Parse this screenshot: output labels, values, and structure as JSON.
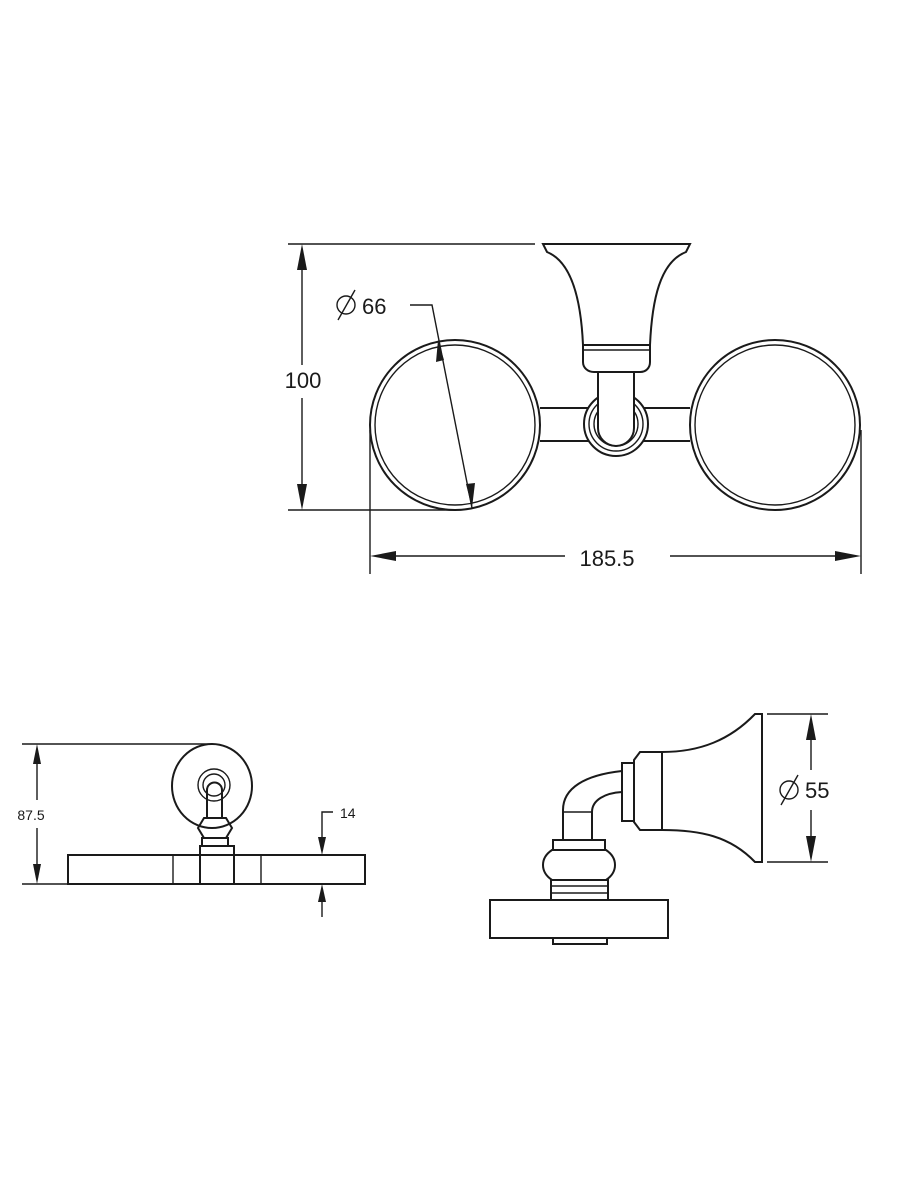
{
  "drawing": {
    "front_view": {
      "diameter_label": "66",
      "height_label": "100",
      "width_label": "185.5"
    },
    "top_view": {
      "depth_label": "87.5",
      "thickness_label": "14"
    },
    "side_view": {
      "diameter_label": "55"
    },
    "diameter_symbol": "Ø",
    "line_color": "#1a1a1a",
    "background": "#ffffff"
  }
}
